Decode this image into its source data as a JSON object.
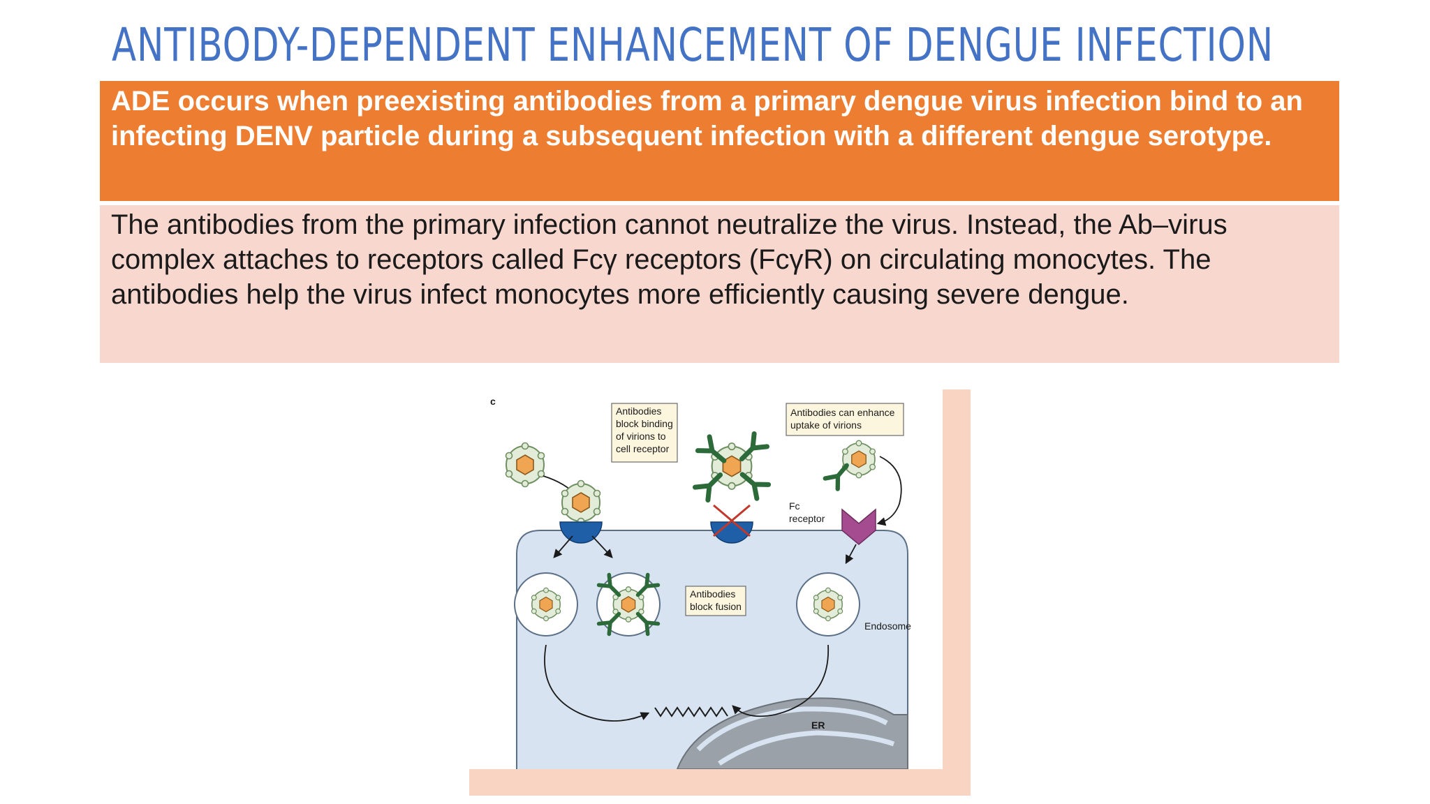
{
  "slide": {
    "title": "ANTIBODY-DEPENDENT ENHANCEMENT OF DENGUE INFECTION",
    "definition_text": "ADE occurs when preexisting antibodies from a primary dengue virus infection bind to an infecting DENV particle during a subsequent infection with a different dengue serotype.",
    "explanation_text": "The antibodies from the primary infection cannot neutralize the virus. Instead, the Ab–virus complex attaches to receptors called Fcγ receptors (FcγR) on circulating monocytes. The antibodies help the virus infect monocytes more efficiently causing severe dengue."
  },
  "colors": {
    "title": "#4472c4",
    "definition_box": "#ed7d31",
    "explanation_box": "#f8d7cf",
    "cell": "#d7e3f0",
    "receptor_blue": "#1f5fa8",
    "fc_receptor": "#a54b8f",
    "antibody": "#2d6a3a",
    "virion_core": "#f0a552"
  },
  "diagram": {
    "panel_letter": "c",
    "label_block_binding": [
      "Antibodies",
      "block binding",
      "of virions to",
      "cell receptor"
    ],
    "label_enhance_uptake": [
      "Antibodies can enhance",
      "uptake of virions"
    ],
    "label_fc_receptor": [
      "Fc",
      "receptor"
    ],
    "label_block_fusion": [
      "Antibodies",
      "block fusion"
    ],
    "label_endosome": "Endosome",
    "label_er": "ER"
  }
}
